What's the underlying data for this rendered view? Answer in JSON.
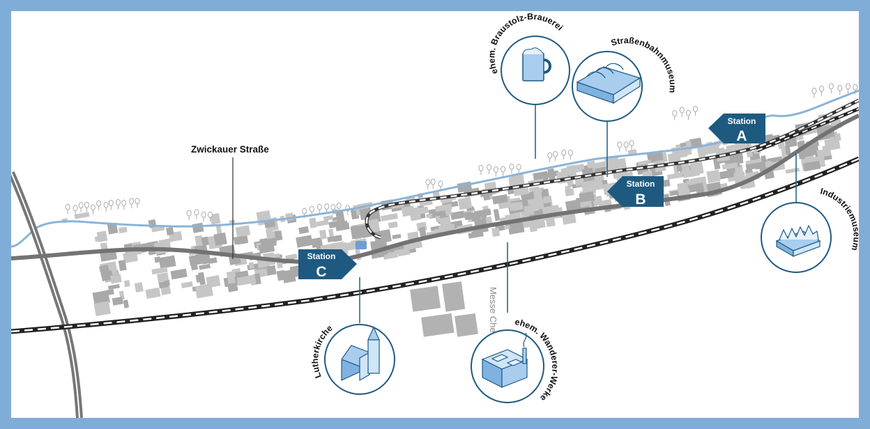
{
  "street": {
    "name": "Zwickauer Straße"
  },
  "stations": [
    {
      "word": "Station",
      "letter": "A"
    },
    {
      "word": "Station",
      "letter": "B"
    },
    {
      "word": "Station",
      "letter": "C"
    }
  ],
  "places": {
    "brauerei": {
      "label": "ehem. Braustolz-Brauerei",
      "icon": "beer-mug-icon"
    },
    "strassenbahnmuseum": {
      "label": "Straßenbahnmuseum",
      "icon": "tram-depot-icon"
    },
    "industriemuseum": {
      "label": "Industriemuseum",
      "icon": "factory-sawtooth-icon"
    },
    "lutherkirche": {
      "label": "Lutherkirche",
      "icon": "church-icon"
    },
    "wanderer": {
      "label": "ehem. Wanderer-Werke",
      "icon": "wanderer-factory-icon"
    },
    "messe": {
      "label": "Messe Chemnitz"
    }
  },
  "colors": {
    "frame": "#7fadd8",
    "station": "#1e5a80",
    "river": "#8ab4d8",
    "road": "#707070",
    "building": "#b4b4b4",
    "icon_fill": "#a8cdef",
    "icon_stroke": "#1e5a80"
  }
}
